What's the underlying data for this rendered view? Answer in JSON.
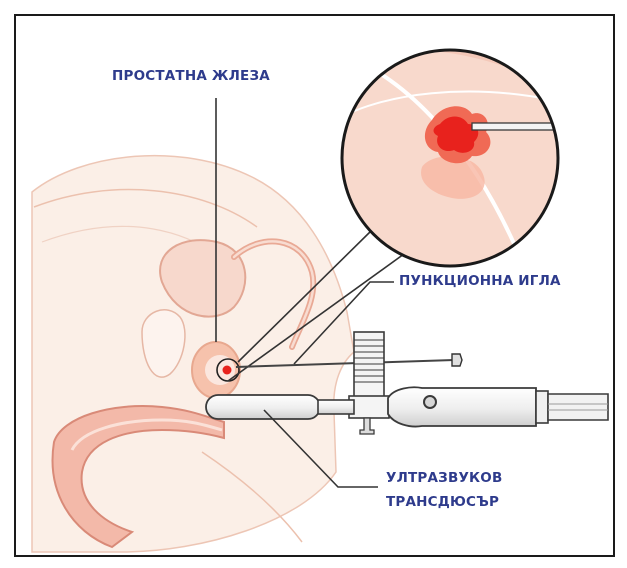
{
  "labels": {
    "prostate": "ПРОСТАТНА ЖЛЕЗА",
    "needle": "ПУНКЦИОННА ИГЛА",
    "transducer_line1": "УЛТРАЗВУКОВ",
    "transducer_line2": "ТРАНСДЮСЪР"
  },
  "colors": {
    "label_text": "#2e3b8c",
    "skin_light": "#fbeee6",
    "skin_mid": "#f3c9b8",
    "skin_outline": "#e3a993",
    "tissue_pink": "#f2b6a6",
    "organ_outline": "#d98a78",
    "lesion_red": "#e8221d",
    "lesion_halo": "#f06a55",
    "instrument_fill": "#f4f4f4",
    "instrument_outline": "#3a3a3a",
    "leader_line": "#333333"
  },
  "icons": {
    "magnifier_callout": "magnified-biopsy-view",
    "needle": "biopsy-needle",
    "transducer": "ultrasound-probe"
  }
}
